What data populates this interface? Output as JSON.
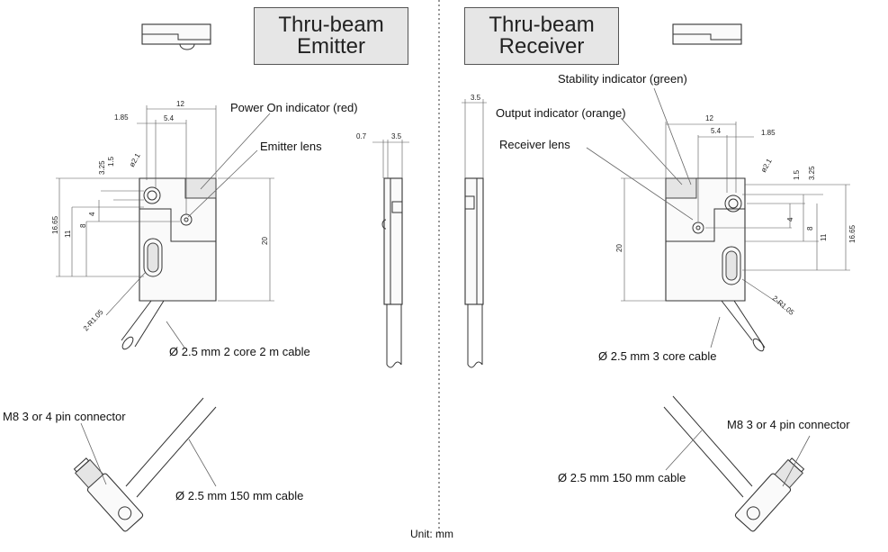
{
  "titles": {
    "emitter": {
      "line1": "Thru-beam",
      "line2": "Emitter"
    },
    "receiver": {
      "line1": "Thru-beam",
      "line2": "Receiver"
    }
  },
  "labels": {
    "power_on": "Power On indicator (red)",
    "emitter_lens": "Emitter lens",
    "emitter_cable": "Ø 2.5 mm 2 core 2 m cable",
    "m8_left": "M8 3 or 4 pin connector",
    "cable_150_left": "Ø 2.5 mm 150 mm cable",
    "stability": "Stability indicator (green)",
    "output": "Output indicator (orange)",
    "receiver_lens": "Receiver lens",
    "receiver_cable": "Ø 2.5 mm 3 core cable",
    "m8_right": "M8 3 or 4 pin connector",
    "cable_150_right": "Ø 2.5 mm 150 mm cable",
    "unit": "Unit: mm"
  },
  "dims": {
    "d12": "12",
    "d185": "1.85",
    "d54": "5.4",
    "d325": "3.25",
    "d15": "1.5",
    "d21": "ø2.1",
    "d1665": "16.65",
    "d11": "11",
    "d8": "8",
    "d4": "4",
    "d20": "20",
    "d07": "0.7",
    "d35": "3.5",
    "r105": "2-R1.05"
  }
}
